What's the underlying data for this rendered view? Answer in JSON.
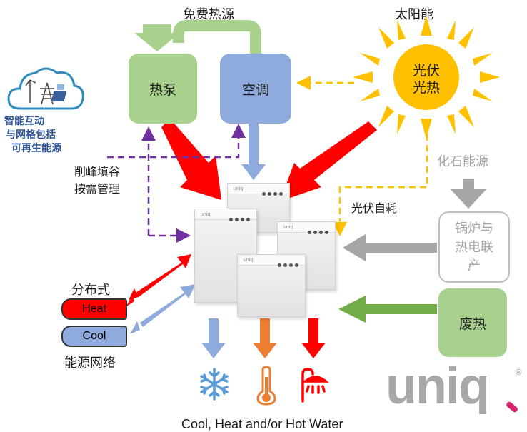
{
  "labels": {
    "free_heat": "免费热源",
    "solar": "太阳能",
    "smart_grid": [
      "智能互动",
      "与网格包括",
      "可再生能源"
    ],
    "peak_shift": [
      "削峰填谷",
      "按需管理"
    ],
    "fossil": "化石能源",
    "pv_self": "光伏自耗",
    "distributed": "分布式",
    "energy_network": "能源网络",
    "bottom_caption": "Cool, Heat and/or Hot Water"
  },
  "boxes": {
    "heat_pump": "热泵",
    "aircon": "空调",
    "boiler": [
      "锅炉与",
      "热电联",
      "产"
    ],
    "waste_heat": "废热"
  },
  "sun": [
    "光伏",
    "光热"
  ],
  "network": {
    "heat": "Heat",
    "cool": "Cool"
  },
  "units": {
    "brand_mark": "uniq"
  },
  "brand": {
    "logo": "uniq",
    "registered": "®"
  },
  "colors": {
    "green": "#a9d18e",
    "blue": "#8faadc",
    "red": "#ff0000",
    "orange": "#ed7d31",
    "gold": "#ffc000",
    "purple": "#7030a0",
    "gray": "#a6a6a6",
    "cloud": "#2e8bc0",
    "logo_gray": "#a8a8a8",
    "logo_accent": "#d6246e"
  },
  "icons": [
    "snowflake-icon",
    "thermometer-icon",
    "shower-icon",
    "cloud-grid-icon",
    "sun-icon"
  ]
}
